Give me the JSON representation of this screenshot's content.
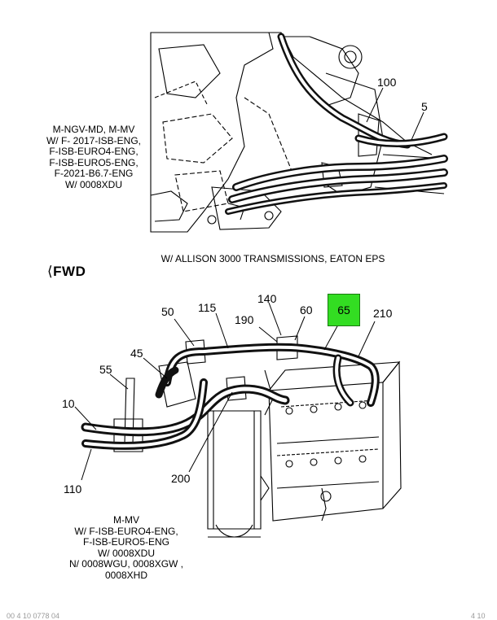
{
  "top_note": [
    "M-NGV-MD, M-MV",
    "W/ F- 2017-ISB-ENG,",
    "F-ISB-EURO4-ENG,",
    "F-ISB-EURO5-ENG,",
    "F-2021-B6.7-ENG",
    "W/ 0008XDU"
  ],
  "middle_caption": "W/ ALLISON 3000 TRANSMISSIONS, EATON EPS",
  "fwd_label": "FWD",
  "bottom_note": [
    "M-MV",
    "W/ F-ISB-EURO4-ENG,",
    "F-ISB-EURO5-ENG",
    "W/ 0008XDU",
    "N/ 0008WGU, 0008XGW ,",
    "0008XHD"
  ],
  "callouts": {
    "c100": "100",
    "c5": "5",
    "c50": "50",
    "c115": "115",
    "c140": "140",
    "c60": "60",
    "c65": "65",
    "c210": "210",
    "c190": "190",
    "c45": "45",
    "c55": "55",
    "c10": "10",
    "c110": "110",
    "c200": "200"
  },
  "highlight_color": "#33dd22",
  "footer_left": "00 4 10 0778 04",
  "footer_right": "4 10"
}
